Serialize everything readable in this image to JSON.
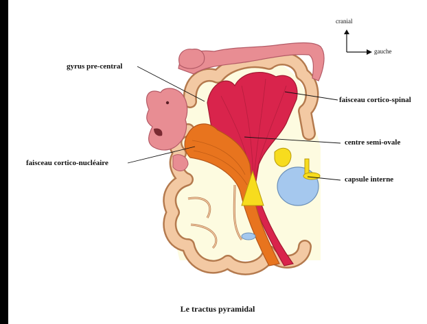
{
  "diagram": {
    "caption": "Le tractus pyramidal",
    "orientation": {
      "up_label": "cranial",
      "right_label": "gauche"
    },
    "labels": {
      "gyrus": "gyrus pre-central",
      "cortico_spinal": "faisceau cortico-spinal",
      "cortico_nucleaire": "faisceau cortico-nucléaire",
      "semi_ovale": "centre semi-ovale",
      "capsule": "capsule interne"
    },
    "colors": {
      "cortex": "#f3c9a3",
      "cortex_outline": "#b47a4e",
      "white_matter": "#fdfbe0",
      "cortico_spinal": "#d9244c",
      "cortico_nucleaire": "#e8741e",
      "homunculus": "#e88d93",
      "nuclei_yellow": "#f7dc1e",
      "ventricle_blue": "#a5c8ee"
    }
  }
}
